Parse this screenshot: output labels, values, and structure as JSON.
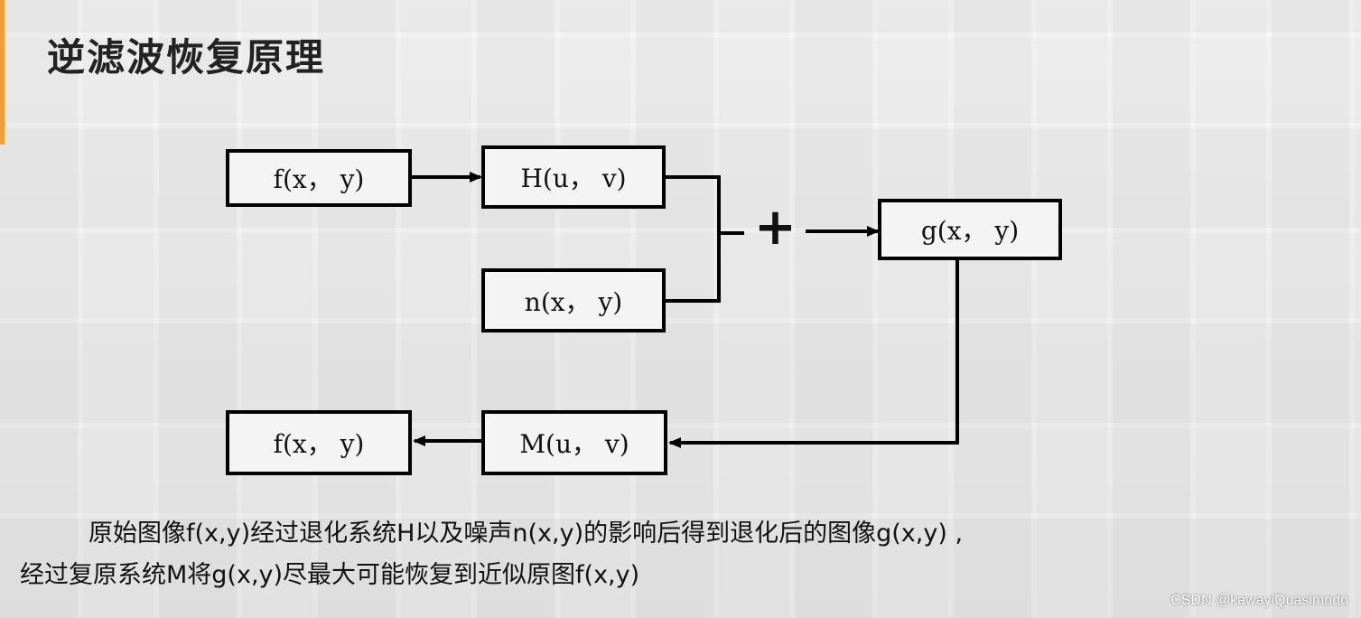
{
  "title": "逆滤波恢复原理",
  "diagram": {
    "box_f_in": "f(x， y)",
    "box_H": "H(u， v)",
    "box_n": "n(x， y)",
    "box_g": "g(x， y)",
    "box_M": "M(u， v)",
    "box_f_out": "f(x， y)",
    "sum_symbol": "+"
  },
  "caption": {
    "line1": "原始图像f(x,y)经过退化系统H以及噪声n(x,y)的影响后得到退化后的图像g(x,y) ,",
    "line2": "经过复原系统M将g(x,y)尽最大可能恢复到近似原图f(x,y)"
  },
  "watermark": "CSDN @kawayiQuasimodo",
  "colors": {
    "accent": "#f0a032",
    "line": "#000000"
  }
}
